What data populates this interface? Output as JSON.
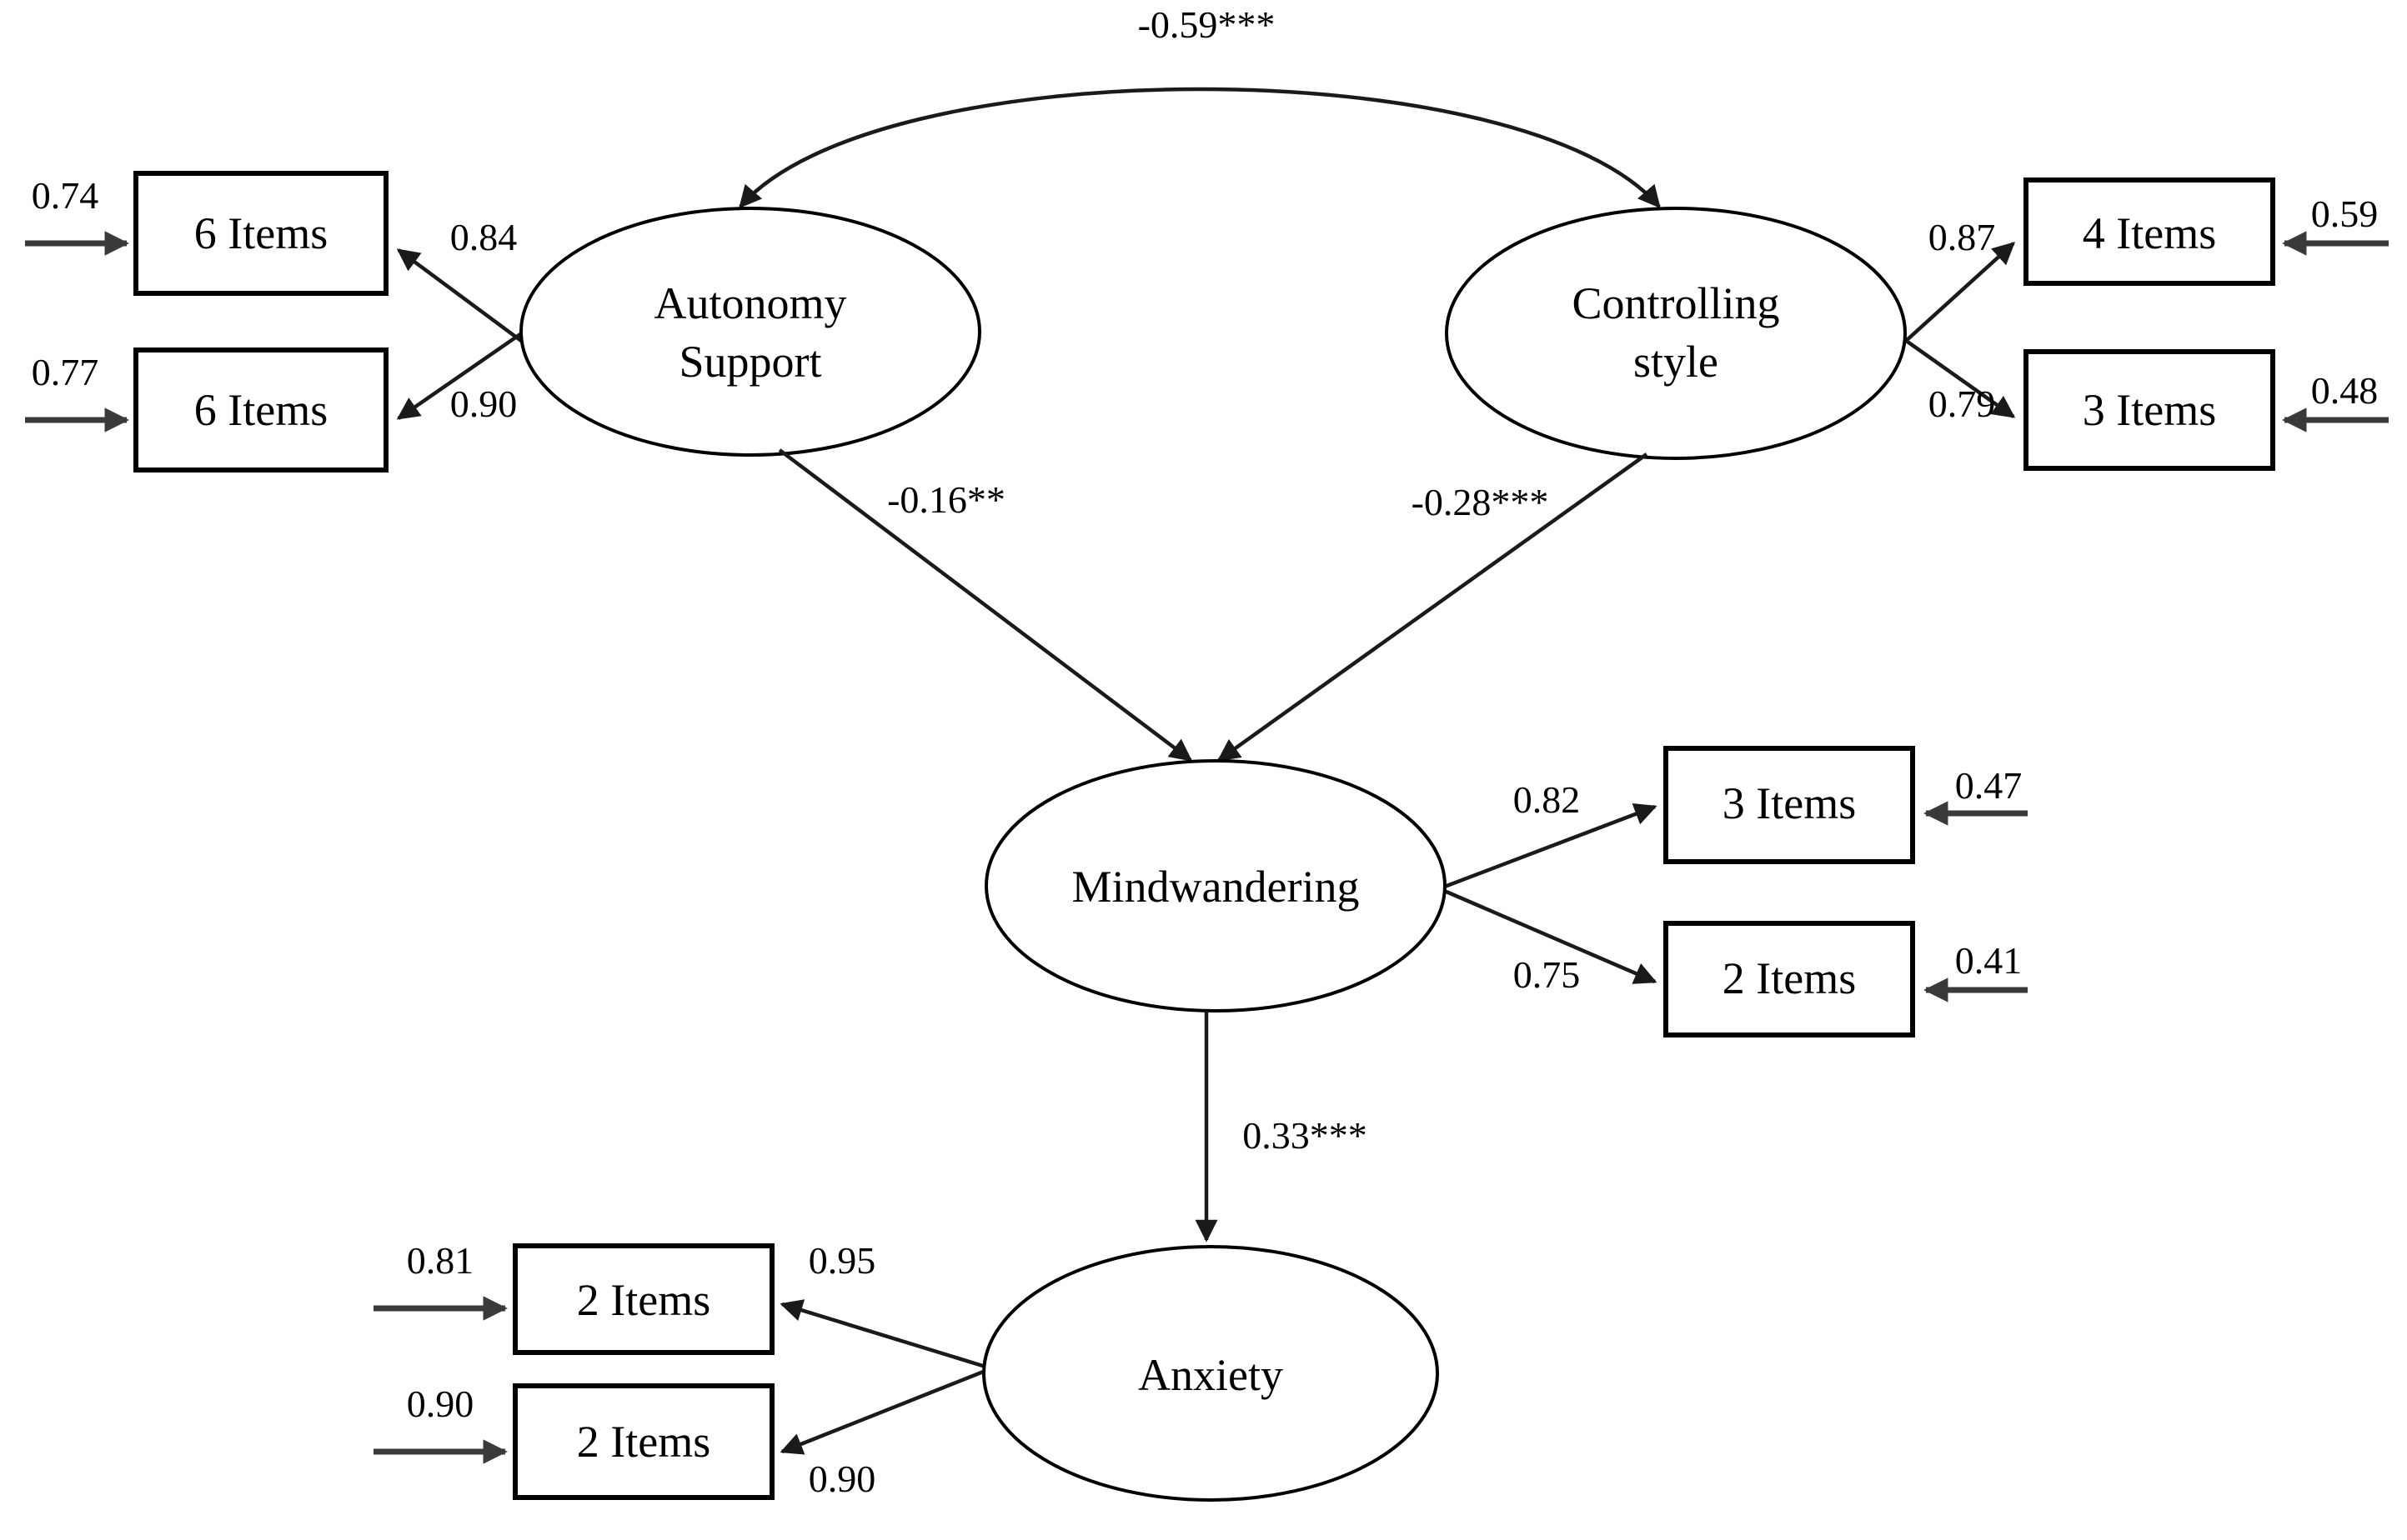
{
  "diagram": {
    "type": "structural-equation-model-path-diagram",
    "background_color": "#ffffff",
    "line_color": "#1a1a1a",
    "text_color": "#000000"
  },
  "latent_variables": [
    {
      "id": "autonomy_support",
      "label_line1": "Autonomy",
      "label_line2": "Support"
    },
    {
      "id": "controlling_style",
      "label_line1": "Controlling",
      "label_line2": "style"
    },
    {
      "id": "mindwandering",
      "label_line1": "Mindwandering",
      "label_line2": ""
    },
    {
      "id": "anxiety",
      "label_line1": "Anxiety",
      "label_line2": ""
    }
  ],
  "indicators": [
    {
      "id": "as_ind_1",
      "label": "6 Items",
      "loading": "0.84",
      "error": "0.74",
      "latent": "autonomy_support"
    },
    {
      "id": "as_ind_2",
      "label": "6 Items",
      "loading": "0.90",
      "error": "0.77",
      "latent": "autonomy_support"
    },
    {
      "id": "cs_ind_1",
      "label": "4 Items",
      "loading": "0.87",
      "error": "0.59",
      "latent": "controlling_style"
    },
    {
      "id": "cs_ind_2",
      "label": "3 Items",
      "loading": "0.79",
      "error": "0.48",
      "latent": "controlling_style"
    },
    {
      "id": "mw_ind_1",
      "label": "3 Items",
      "loading": "0.82",
      "error": "0.47",
      "latent": "mindwandering"
    },
    {
      "id": "mw_ind_2",
      "label": "2 Items",
      "loading": "0.75",
      "error": "0.41",
      "latent": "mindwandering"
    },
    {
      "id": "anx_ind_1",
      "label": "2 Items",
      "loading": "0.95",
      "error": "0.81",
      "latent": "anxiety"
    },
    {
      "id": "anx_ind_2",
      "label": "2 Items",
      "loading": "0.90",
      "error": "0.90",
      "latent": "anxiety"
    }
  ],
  "structural_paths": [
    {
      "id": "as_cs",
      "from": "autonomy_support",
      "to": "controlling_style",
      "coefficient": "-0.59***",
      "kind": "bidirectional-curve"
    },
    {
      "id": "as_mw",
      "from": "autonomy_support",
      "to": "mindwandering",
      "coefficient": "-0.16**",
      "kind": "directed"
    },
    {
      "id": "cs_mw",
      "from": "controlling_style",
      "to": "mindwandering",
      "coefficient": "-0.28***",
      "kind": "directed"
    },
    {
      "id": "mw_anx",
      "from": "mindwandering",
      "to": "anxiety",
      "coefficient": "0.33***",
      "kind": "directed"
    }
  ],
  "chart_data": {
    "type": "diagram",
    "title": "",
    "nodes": [
      "Autonomy Support",
      "Controlling style",
      "Mindwandering",
      "Anxiety",
      "6 Items",
      "6 Items",
      "4 Items",
      "3 Items",
      "3 Items",
      "2 Items",
      "2 Items",
      "2 Items"
    ],
    "edges": [
      {
        "source": "Autonomy Support",
        "target": "Controlling style",
        "value": -0.59,
        "label": "-0.59***"
      },
      {
        "source": "Autonomy Support",
        "target": "Mindwandering",
        "value": -0.16,
        "label": "-0.16**"
      },
      {
        "source": "Controlling style",
        "target": "Mindwandering",
        "value": -0.28,
        "label": "-0.28***"
      },
      {
        "source": "Mindwandering",
        "target": "Anxiety",
        "value": 0.33,
        "label": "0.33***"
      },
      {
        "source": "Autonomy Support",
        "target": "6 Items (1)",
        "value": 0.84,
        "label": "0.84"
      },
      {
        "source": "Autonomy Support",
        "target": "6 Items (2)",
        "value": 0.9,
        "label": "0.90"
      },
      {
        "source": "Controlling style",
        "target": "4 Items",
        "value": 0.87,
        "label": "0.87"
      },
      {
        "source": "Controlling style",
        "target": "3 Items",
        "value": 0.79,
        "label": "0.79"
      },
      {
        "source": "Mindwandering",
        "target": "3 Items",
        "value": 0.82,
        "label": "0.82"
      },
      {
        "source": "Mindwandering",
        "target": "2 Items",
        "value": 0.75,
        "label": "0.75"
      },
      {
        "source": "Anxiety",
        "target": "2 Items (1)",
        "value": 0.95,
        "label": "0.95"
      },
      {
        "source": "Anxiety",
        "target": "2 Items (2)",
        "value": 0.9,
        "label": "0.90"
      }
    ],
    "residuals": [
      {
        "target": "6 Items (1)",
        "value": 0.74
      },
      {
        "target": "6 Items (2)",
        "value": 0.77
      },
      {
        "target": "4 Items",
        "value": 0.59
      },
      {
        "target": "3 Items (CS)",
        "value": 0.48
      },
      {
        "target": "3 Items (MW)",
        "value": 0.47
      },
      {
        "target": "2 Items (MW)",
        "value": 0.41
      },
      {
        "target": "2 Items (ANX 1)",
        "value": 0.81
      },
      {
        "target": "2 Items (ANX 2)",
        "value": 0.9
      }
    ]
  },
  "labels": {
    "autonomy_l1": "Autonomy",
    "autonomy_l2": "Support",
    "controlling_l1": "Controlling",
    "controlling_l2": "style",
    "mindwandering": "Mindwandering",
    "anxiety": "Anxiety",
    "box_as1": "6 Items",
    "box_as2": "6 Items",
    "box_cs1": "4 Items",
    "box_cs2": "3 Items",
    "box_mw1": "3 Items",
    "box_mw2": "2 Items",
    "box_anx1": "2 Items",
    "box_anx2": "2 Items",
    "load_as1": "0.84",
    "load_as2": "0.90",
    "load_cs1": "0.87",
    "load_cs2": "0.79",
    "load_mw1": "0.82",
    "load_mw2": "0.75",
    "load_anx1": "0.95",
    "load_anx2": "0.90",
    "err_as1": "0.74",
    "err_as2": "0.77",
    "err_cs1": "0.59",
    "err_cs2": "0.48",
    "err_mw1": "0.47",
    "err_mw2": "0.41",
    "err_anx1": "0.81",
    "err_anx2": "0.90",
    "path_as_cs": "-0.59***",
    "path_as_mw": "-0.16**",
    "path_cs_mw": "-0.28***",
    "path_mw_anx": "0.33***"
  }
}
